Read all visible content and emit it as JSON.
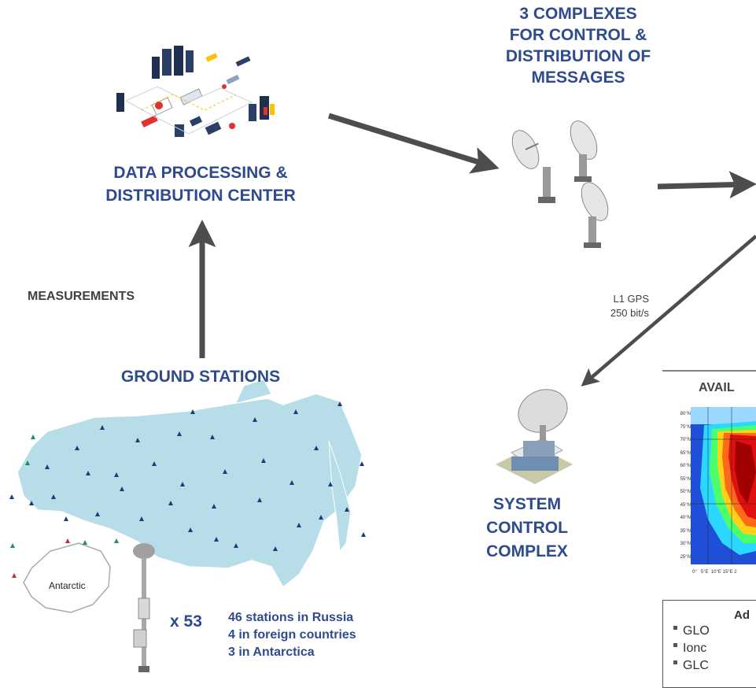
{
  "processing_center": {
    "label_line1": "DATA PROCESSING &",
    "label_line2": "DISTRIBUTION CENTER"
  },
  "complexes": {
    "label_lines": [
      "3 COMPLEXES",
      "FOR CONTROL &",
      "DISTRIBUTION OF",
      "MESSAGES"
    ]
  },
  "measurements": {
    "label": "MEASUREMENTS"
  },
  "ground_stations": {
    "title": "GROUND STATIONS",
    "antarctic_label": "Antarctic",
    "count_label": "x 53",
    "stats": [
      "46 stations in Russia",
      "4 in foreign countries",
      "3 in Antarctica"
    ]
  },
  "signal": {
    "line1": "L1 GPS",
    "line2": "250 bit/s"
  },
  "system_control": {
    "label_lines": [
      "SYSTEM",
      "CONTROL",
      "COMPLEX"
    ]
  },
  "availability_map": {
    "title_partial": "AVAIL",
    "lat_ticks": [
      "80°N",
      "75°N",
      "70°N",
      "65°N",
      "60°N",
      "55°N",
      "50°N",
      "45°N",
      "40°N",
      "35°N",
      "30°N",
      "25°N"
    ],
    "lon_ticks": "0°   5°E  10°E 15°E 2"
  },
  "legend": {
    "title_partial": "Ad",
    "items": [
      "GLO",
      "Ionc",
      "GLC"
    ]
  },
  "colors": {
    "heading": "#2f4a8f",
    "arrow": "#4d4d4d",
    "map_land": "#b7dde9",
    "station_marker": "#1f3a7a"
  }
}
